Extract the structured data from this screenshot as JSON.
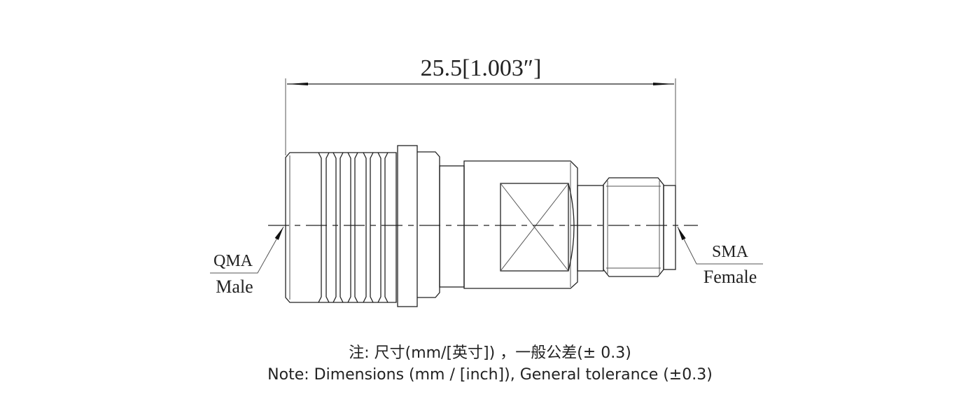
{
  "drawing": {
    "overall_dimension": "25.5[1.003″]",
    "left_connector": {
      "type": "QMA",
      "gender": "Male"
    },
    "right_connector": {
      "type": "SMA",
      "gender": "Female"
    }
  },
  "notes": {
    "chinese": "注: 尺寸(mm/[英寸]) ，一般公差(± 0.3)",
    "english": "Note: Dimensions (mm / [inch]), General tolerance (±0.3)"
  }
}
